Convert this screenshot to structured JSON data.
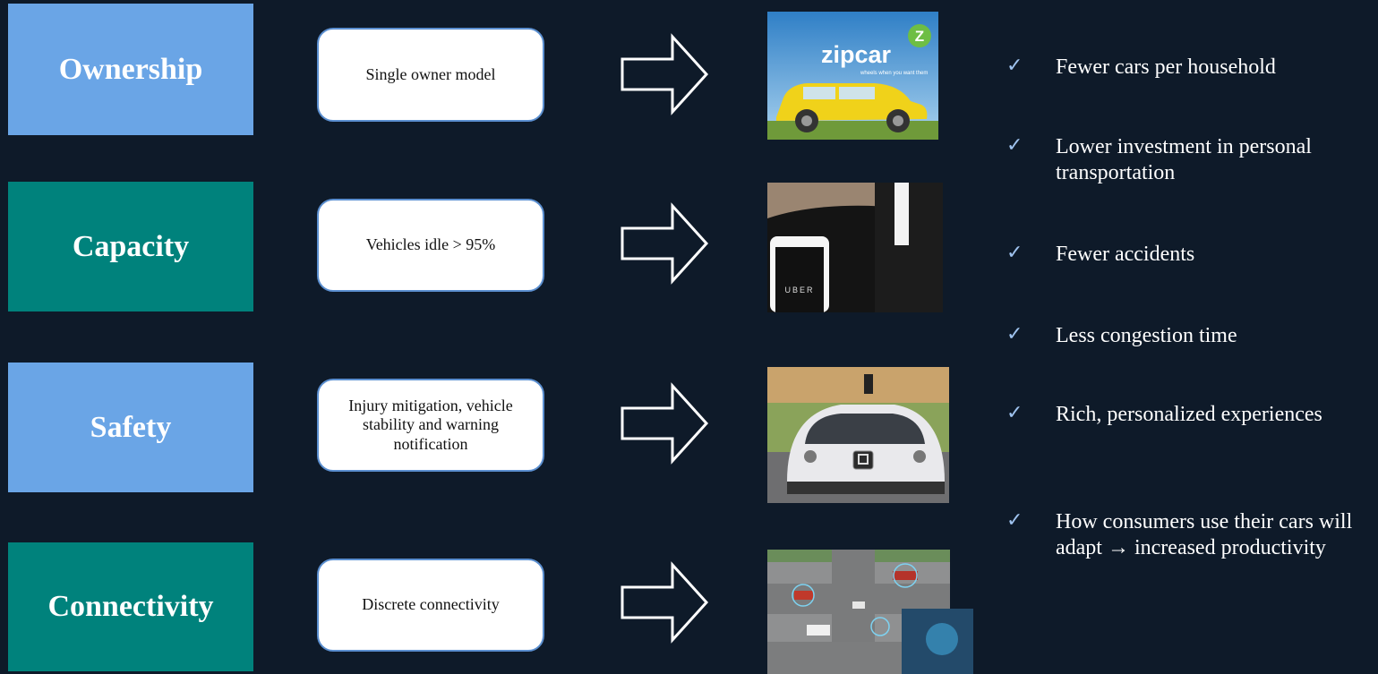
{
  "rows": [
    {
      "category": "Ownership",
      "description": "Single owner model"
    },
    {
      "category": "Capacity",
      "description": "Vehicles idle > 95%"
    },
    {
      "category": "Safety",
      "description": "Injury mitigation, vehicle stability and warning notification"
    },
    {
      "category": "Connectivity",
      "description": "Discrete connectivity"
    }
  ],
  "images": {
    "zipcar": {
      "brand": "zipcar",
      "tagline": "wheels when you want them"
    },
    "uber": {
      "brand": "UBER"
    }
  },
  "benefits": [
    {
      "check": "✓",
      "text": "Fewer cars per household"
    },
    {
      "check": "✓",
      "text": "Lower investment in personal transportation"
    },
    {
      "check": "✓",
      "text": "Fewer accidents"
    },
    {
      "check": "✓",
      "text": "Less congestion time"
    },
    {
      "check": "✓",
      "text": "Rich, personalized experiences"
    },
    {
      "check": "✓",
      "text": "How consumers use their cars will adapt → increased productivity"
    }
  ],
  "colors": {
    "background": "#0e1a29",
    "blue": "#6aa5e6",
    "teal": "#00827c",
    "check": "#9fc3ef"
  }
}
